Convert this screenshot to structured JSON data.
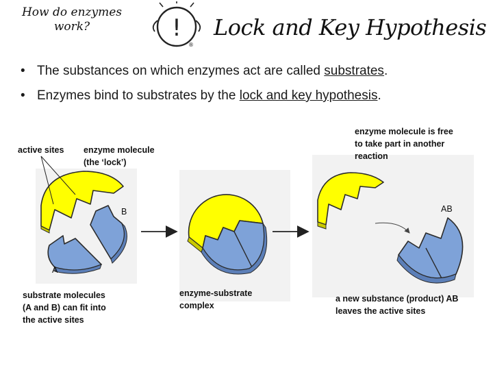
{
  "header": {
    "corner_line1": "How do enzymes",
    "corner_line2": "work?",
    "title": "Lock and Key Hypothesis",
    "logo_glyph": "!",
    "logo_mark": "®"
  },
  "bullets": [
    {
      "prefix": "The substances on which enzymes act are called ",
      "link": "substrates",
      "suffix": "."
    },
    {
      "prefix": "Enzymes bind to substrates by the ",
      "link": "lock and key hypothesis",
      "suffix": "."
    }
  ],
  "labels": {
    "active_sites": "active sites",
    "enzyme_line1": "enzyme molecule",
    "enzyme_line2": "(the ‘lock’)",
    "b": "B",
    "a": "A",
    "ab": "AB",
    "free_line1": "enzyme molecule is free",
    "free_line2": "to take part in another",
    "free_line3": "reaction",
    "substrate_line1": "substrate molecules",
    "substrate_line2": "(A and B) can fit into",
    "substrate_line3": "the active sites",
    "complex_line1": "enzyme-substrate",
    "complex_line2": "complex",
    "product_line1": "a new substance (product) AB",
    "product_line2": "leaves the active sites"
  },
  "colors": {
    "enzyme": "#ffff00",
    "substrate": "#7ea2d8",
    "outline": "#2b2b2b",
    "panel": "#f2f2f2"
  }
}
